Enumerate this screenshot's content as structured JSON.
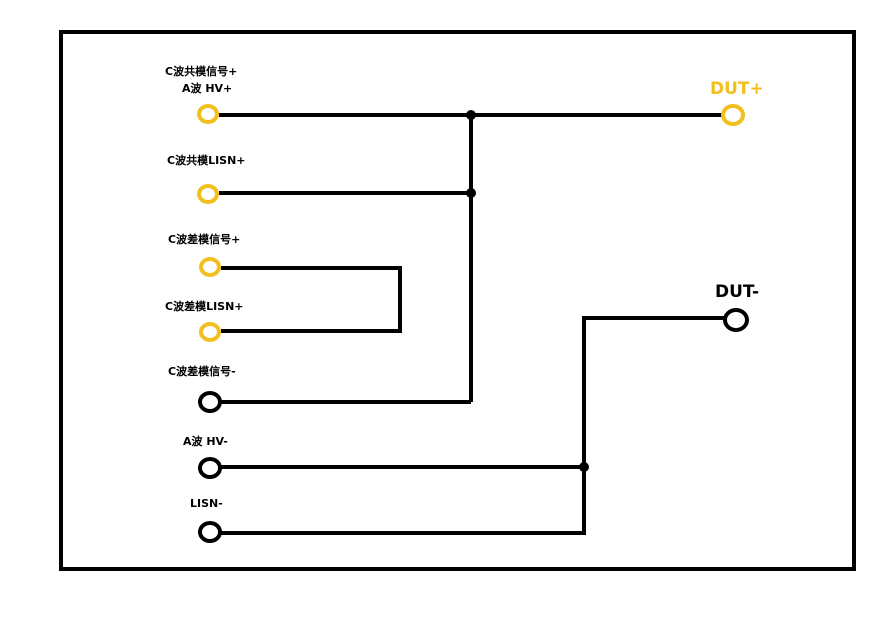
{
  "colors": {
    "positive_terminal": "#F2C01E",
    "negative_terminal": "#000000",
    "wire": "#000000",
    "frame": "#000000",
    "background": "#FFFFFF"
  },
  "terminals": [
    {
      "id": "t1",
      "label_lines": [
        "C波共模信号+",
        "A波 HV+"
      ],
      "polarity": "positive"
    },
    {
      "id": "t2",
      "label_lines": [
        "C波共模LISN+"
      ],
      "polarity": "positive"
    },
    {
      "id": "t3",
      "label_lines": [
        "C波差模信号+"
      ],
      "polarity": "positive"
    },
    {
      "id": "t4",
      "label_lines": [
        "C波差模LISN+"
      ],
      "polarity": "positive"
    },
    {
      "id": "t5",
      "label_lines": [
        "C波差模信号-"
      ],
      "polarity": "negative"
    },
    {
      "id": "t6",
      "label_lines": [
        "A波 HV-"
      ],
      "polarity": "negative"
    },
    {
      "id": "t7",
      "label_lines": [
        "LISN-"
      ],
      "polarity": "negative"
    }
  ],
  "outputs": {
    "dut_plus": {
      "label": "DUT+",
      "polarity": "positive"
    },
    "dut_minus": {
      "label": "DUT-",
      "polarity": "negative"
    }
  },
  "connections": [
    [
      "t1",
      "dut_plus"
    ],
    [
      "t2",
      "dut_plus"
    ],
    [
      "t5",
      "dut_plus"
    ],
    [
      "t3",
      "t4"
    ],
    [
      "t6",
      "dut_minus"
    ],
    [
      "t7",
      "dut_minus"
    ]
  ]
}
